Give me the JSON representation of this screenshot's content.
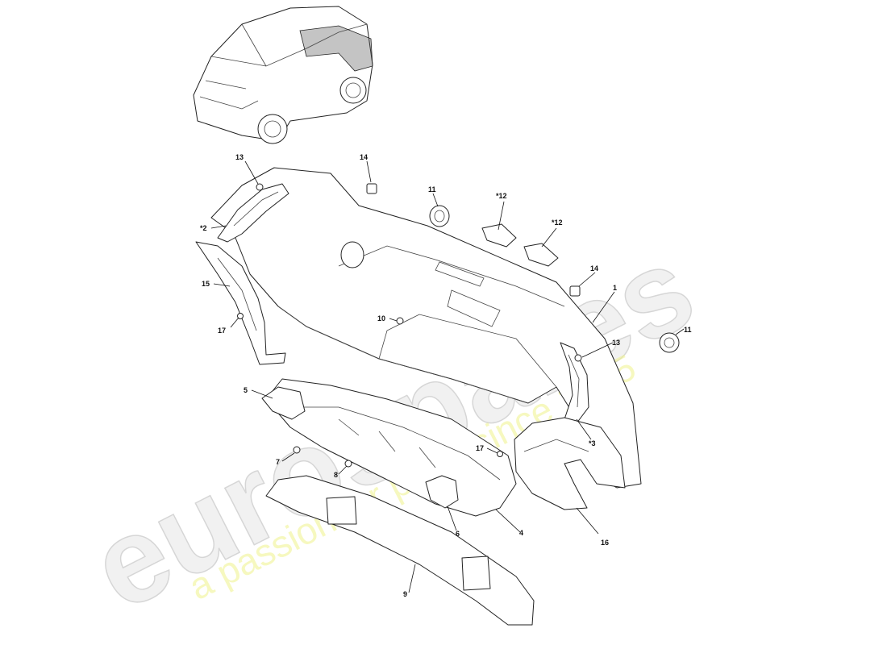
{
  "watermark": {
    "brand": "eurospares",
    "tagline": "a passion for parts since 1985"
  },
  "callouts": {
    "c1": "1",
    "c2": "*2",
    "c3": "*3",
    "c4": "4",
    "c5": "5",
    "c6": "6",
    "c7": "7",
    "c8": "8",
    "c9": "9",
    "c10": "10",
    "c11a": "11",
    "c11b": "11",
    "c12a": "*12",
    "c12b": "*12",
    "c13a": "13",
    "c13b": "13",
    "c14a": "14",
    "c14b": "14",
    "c15": "15",
    "c16": "16",
    "c17a": "17",
    "c17b": "17"
  }
}
